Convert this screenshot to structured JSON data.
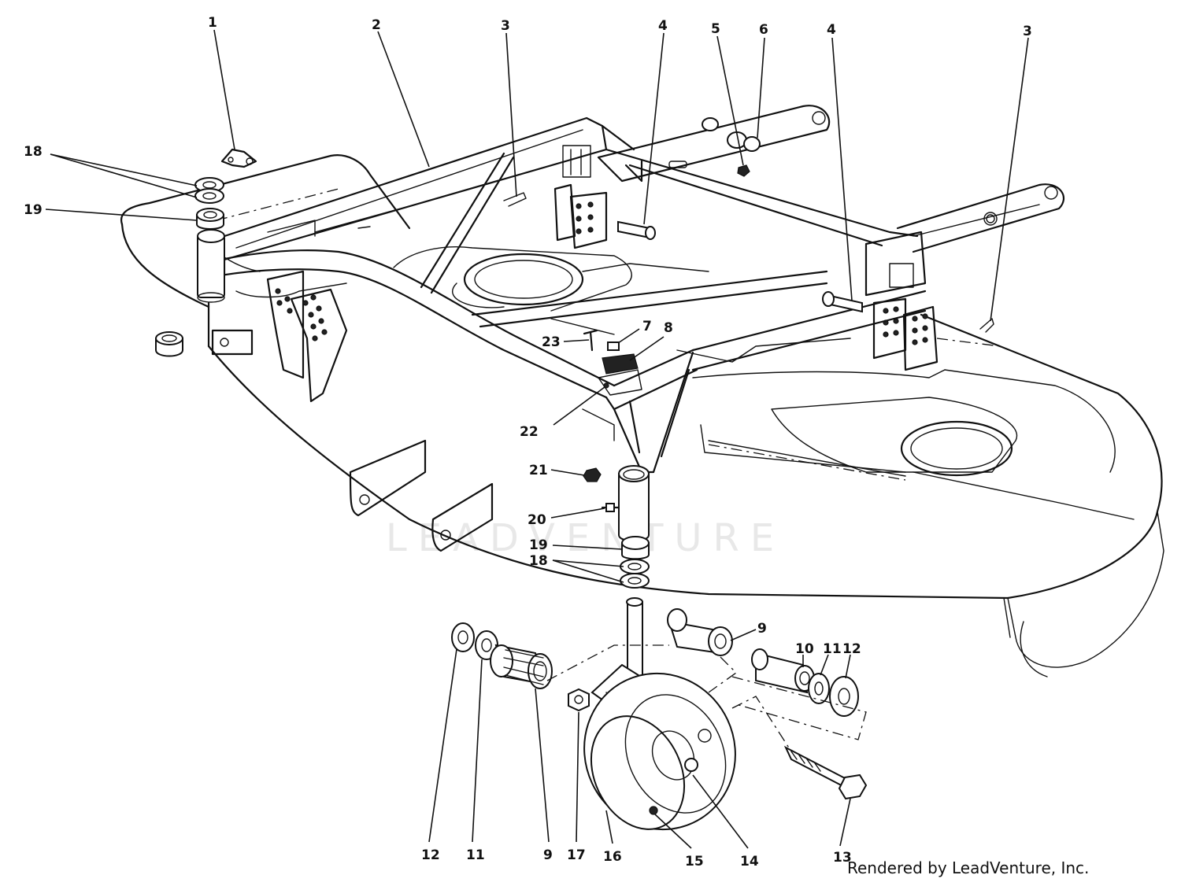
{
  "watermark": "LEADVENTURE",
  "credit": "Rendered by LeadVenture, Inc.",
  "callouts": [
    {
      "id": "c1",
      "label": "1"
    },
    {
      "id": "c2",
      "label": "2"
    },
    {
      "id": "c3a",
      "label": "3"
    },
    {
      "id": "c3b",
      "label": "3"
    },
    {
      "id": "c4a",
      "label": "4"
    },
    {
      "id": "c4b",
      "label": "4"
    },
    {
      "id": "c5",
      "label": "5"
    },
    {
      "id": "c6",
      "label": "6"
    },
    {
      "id": "c7",
      "label": "7"
    },
    {
      "id": "c8",
      "label": "8"
    },
    {
      "id": "c9a",
      "label": "9"
    },
    {
      "id": "c9b",
      "label": "9"
    },
    {
      "id": "c10",
      "label": "10"
    },
    {
      "id": "c11a",
      "label": "11"
    },
    {
      "id": "c11b",
      "label": "11"
    },
    {
      "id": "c12a",
      "label": "12"
    },
    {
      "id": "c12b",
      "label": "12"
    },
    {
      "id": "c13",
      "label": "13"
    },
    {
      "id": "c14",
      "label": "14"
    },
    {
      "id": "c15",
      "label": "15"
    },
    {
      "id": "c16",
      "label": "16"
    },
    {
      "id": "c17",
      "label": "17"
    },
    {
      "id": "c18a",
      "label": "18"
    },
    {
      "id": "c18b",
      "label": "18"
    },
    {
      "id": "c19a",
      "label": "19"
    },
    {
      "id": "c19b",
      "label": "19"
    },
    {
      "id": "c20",
      "label": "20"
    },
    {
      "id": "c21",
      "label": "21"
    },
    {
      "id": "c22",
      "label": "22"
    },
    {
      "id": "c23",
      "label": "23"
    }
  ]
}
